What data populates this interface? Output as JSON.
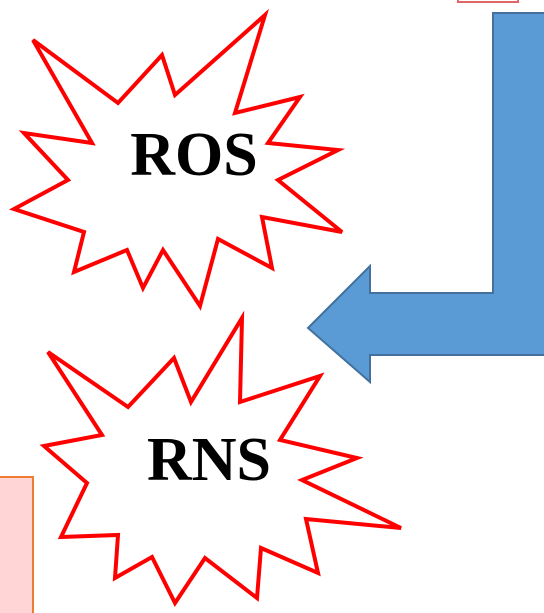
{
  "labels": {
    "ros": "ROS",
    "rns": "RNS"
  },
  "colors": {
    "burst_stroke": "#ff0000",
    "burst_fill": "#ffffff",
    "arrow_fill": "#5b9bd5",
    "arrow_stroke": "#41719c",
    "box_fill": "#ffd5d5",
    "box_stroke": "#ed7d31",
    "text": "#000000"
  },
  "icons": {
    "burst": "explosion-burst-shape",
    "arrow": "bent-arrow-left-shape"
  }
}
